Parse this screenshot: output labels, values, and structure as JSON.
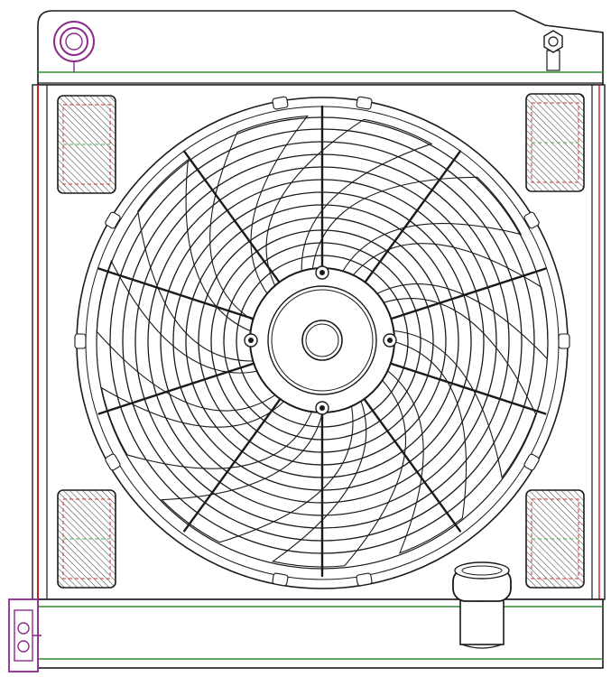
{
  "drawing": {
    "subject": "radiator-with-electric-fan",
    "line_color": "#1a1a1a",
    "accent_colors": {
      "tank_outline_green": "#2e8b2e",
      "cap_magenta": "#8b2a8b",
      "core_red": "#c42020",
      "pad_red_dashed": "#cc3333",
      "pad_green_dashed": "#4caf50"
    },
    "components": {
      "fan_blade_count": 11,
      "shroud_spoke_count": 10,
      "hatched_pad_count": 4
    }
  }
}
